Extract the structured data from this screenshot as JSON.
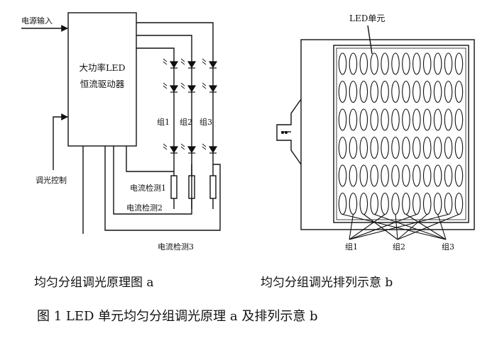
{
  "diagram_a": {
    "power_input": "电源输入",
    "driver_line1": "大功率LED",
    "driver_line2": "恒流驱动器",
    "dimming_control": "调光控制",
    "group1": "组1",
    "group2": "组2",
    "group3": "组3",
    "sense1": "电流检测1",
    "sense2": "电流检测2",
    "sense3": "电流检测3"
  },
  "diagram_b": {
    "led_unit": "LED单元",
    "group1": "组1",
    "group2": "组2",
    "group3": "组3",
    "rows": 6,
    "cols": 12
  },
  "captions": {
    "a": "均匀分组调光原理图 a",
    "b": "均匀分组调光排列示意 b",
    "figure": "图 1    LED 单元均匀分组调光原理 a 及排列示意 b"
  }
}
